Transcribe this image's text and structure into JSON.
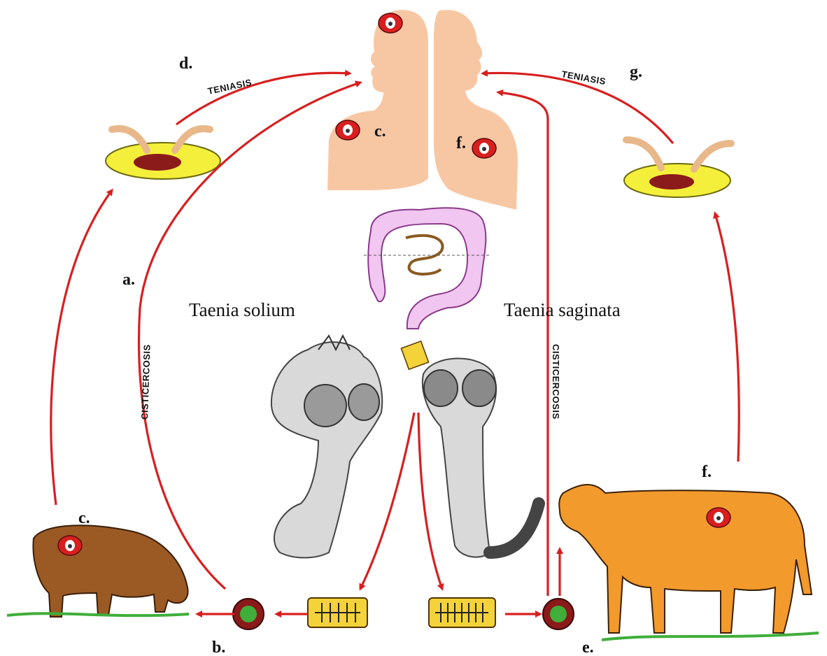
{
  "species": {
    "left": "Taenia  solium",
    "right": "Taenia  saginata"
  },
  "routes": {
    "teniasis_left": "TENIASIS",
    "teniasis_right": "TENIASIS",
    "cisticercosis_left": "CISTICERCOSIS",
    "cisticercosis_right": "CISTICERCOSIS"
  },
  "labels": {
    "a": "a.",
    "b": "b.",
    "c_pig": "c.",
    "c_human": "c.",
    "d": "d.",
    "e": "e.",
    "f_human": "f.",
    "f_cow": "f.",
    "g": "g."
  },
  "colors": {
    "arrow": "#d81f1f",
    "skin": "#f7c7a4",
    "intestine": "#f1c6f0",
    "plate": "#f4ef3a",
    "meat": "#8b1a1a",
    "pig": "#9b5a24",
    "cow": "#f29a2c",
    "segment": "#f3d23a",
    "grass": "#3fae3a",
    "cyst": "#d8161c"
  },
  "icons": [
    "human-silhouette-icon",
    "pig-icon",
    "cow-icon",
    "plate-icon",
    "intestine-icon",
    "tapeworm-scolex-icon",
    "proglottid-icon",
    "egg-icon",
    "cyst-icon"
  ]
}
